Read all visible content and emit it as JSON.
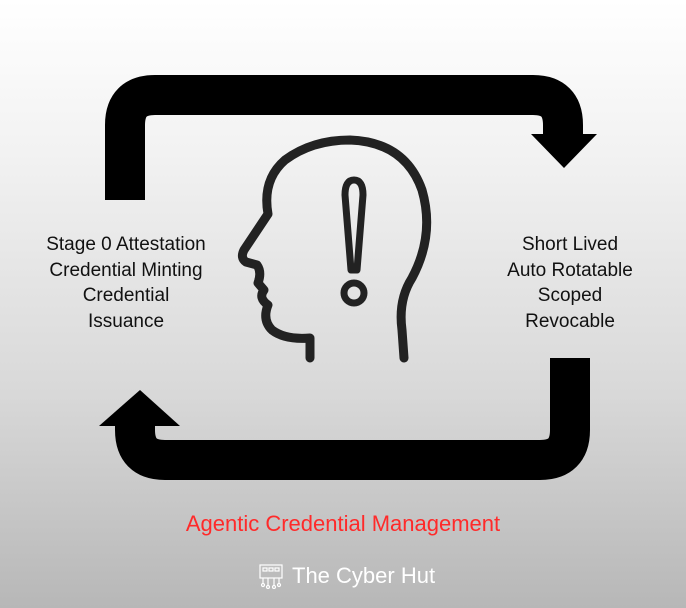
{
  "left_steps": [
    "Stage 0 Attestation",
    "Credential Minting",
    "Credential",
    "Issuance"
  ],
  "right_properties": [
    "Short Lived",
    "Auto Rotatable",
    "Scoped",
    "Revocable"
  ],
  "title": "Agentic Credential Management",
  "brand": "The Cyber Hut",
  "colors": {
    "title": "#ff2a2a",
    "arrows": "#000000"
  }
}
